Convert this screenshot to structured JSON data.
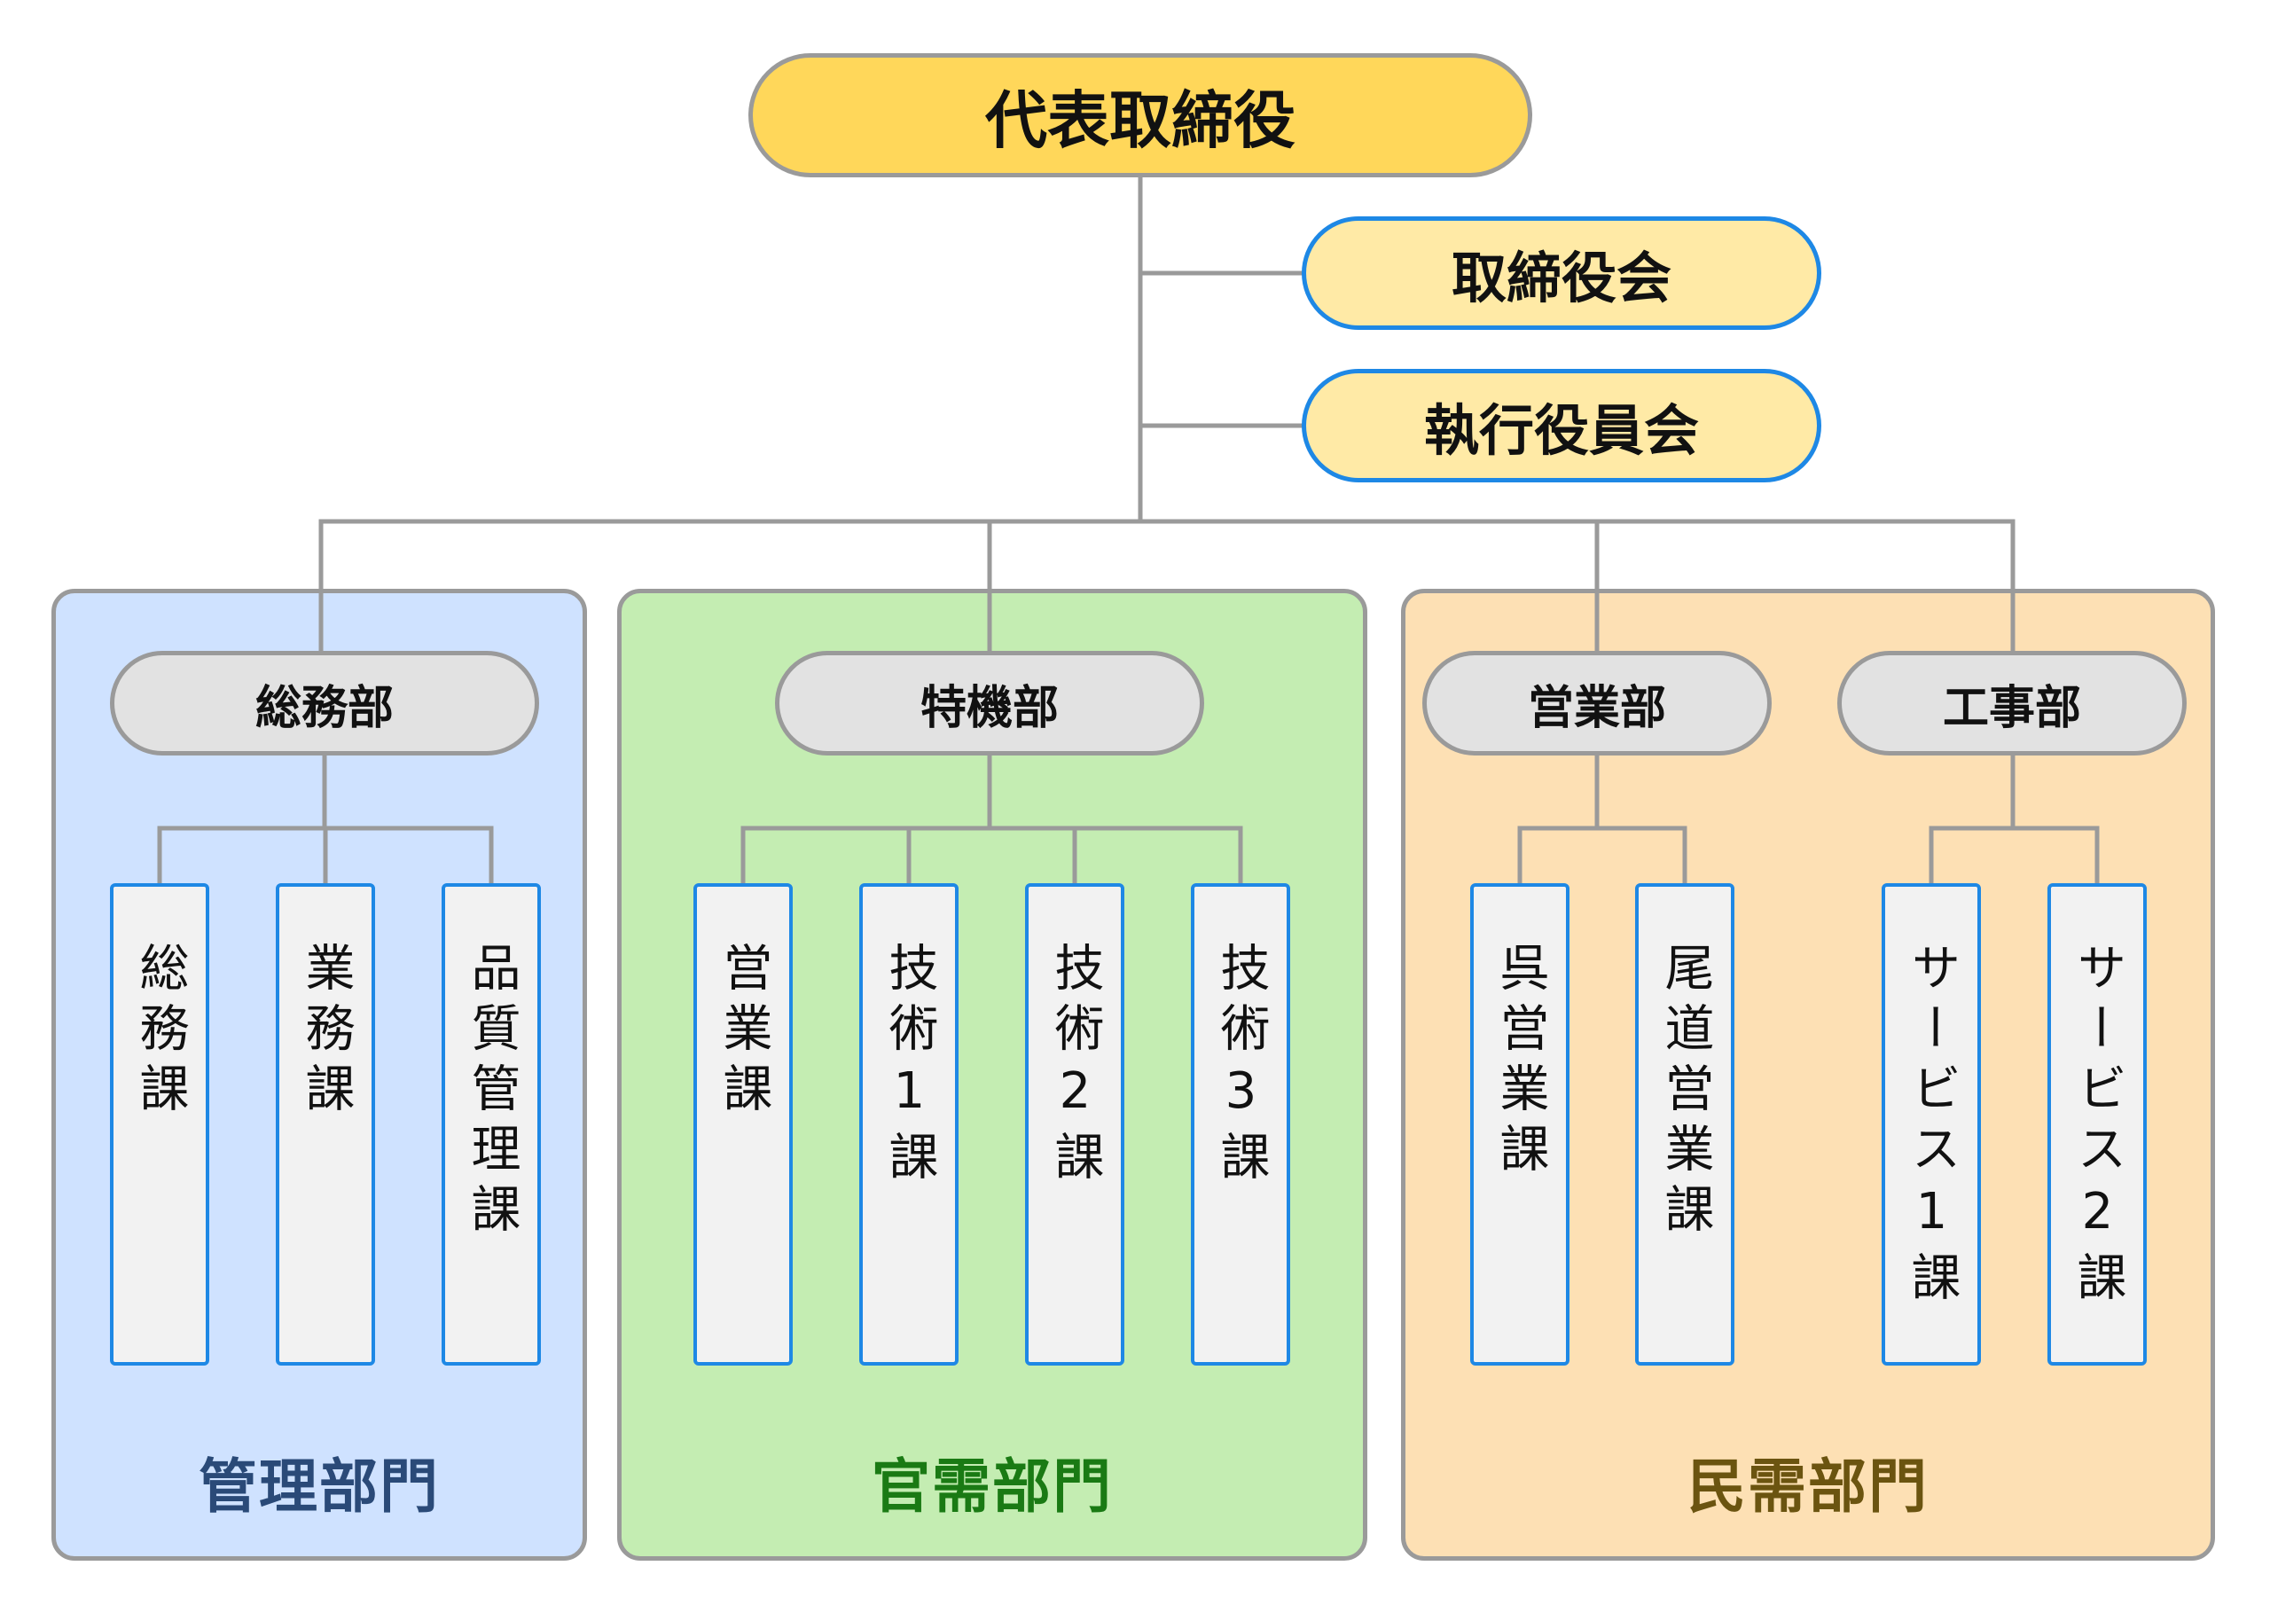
{
  "chart_data": {
    "type": "org_chart",
    "root": "代表取締役",
    "councils": [
      "取締役会",
      "執行役員会"
    ],
    "divisions": [
      {
        "name": "管理部門",
        "color": "#2a4a78",
        "background": "#cfe2ff",
        "departments": [
          {
            "name": "総務部",
            "sections": [
              "総務課",
              "業務課",
              "品質管理課"
            ]
          }
        ]
      },
      {
        "name": "官需部門",
        "color": "#1a7a14",
        "background": "#c4edb2",
        "departments": [
          {
            "name": "特機部",
            "sections": [
              "営業課",
              "技術1課",
              "技術2課",
              "技術3課"
            ]
          }
        ]
      },
      {
        "name": "民需部門",
        "color": "#6b5410",
        "background": "#fde0b4",
        "departments": [
          {
            "name": "営業部",
            "sections": [
              "呉営業課",
              "尾道営業課"
            ]
          },
          {
            "name": "工事部",
            "sections": [
              "サービス1課",
              "サービス2課"
            ]
          }
        ]
      }
    ]
  },
  "colors": {
    "connector": "#9a9a9a",
    "section_border": "#1e88e5",
    "ceo_fill": "#ffd75a",
    "council_fill": "#ffeaa6",
    "department_fill": "#e2e2e2"
  }
}
